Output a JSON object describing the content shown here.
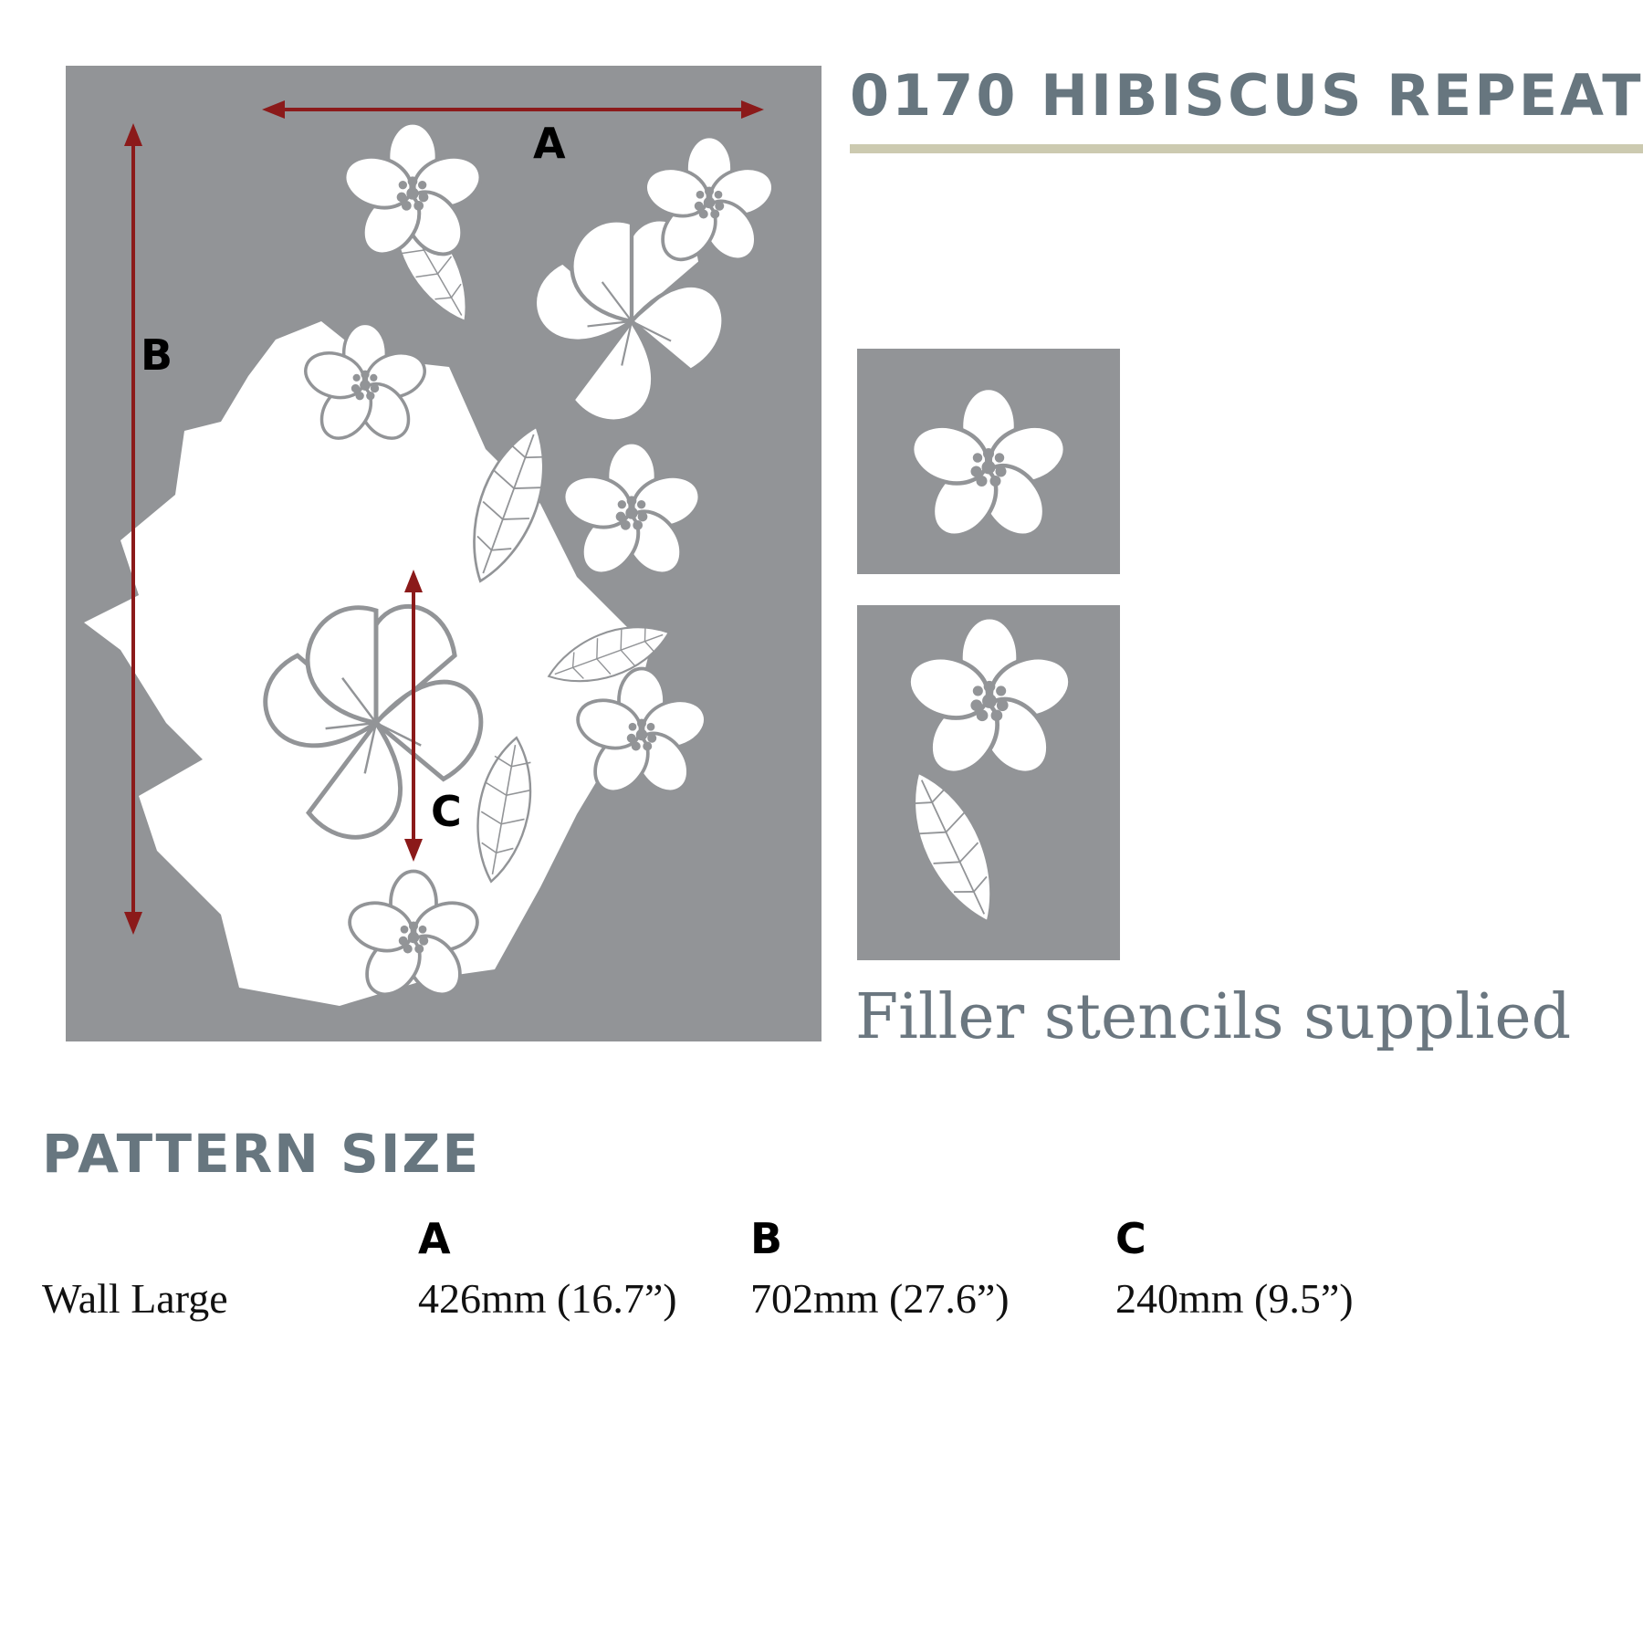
{
  "title": "0170 HIBISCUS REPEAT",
  "diagram": {
    "dimension_labels": {
      "a": "A",
      "b": "B",
      "c": "C"
    },
    "arrow_color": "#8b1a1a",
    "panel_color": "#929497"
  },
  "filler_caption": "Filler stencils supplied",
  "pattern_size": {
    "heading": "PATTERN SIZE",
    "columns": [
      "A",
      "B",
      "C"
    ],
    "rows": [
      {
        "label": "Wall Large",
        "values": [
          "426mm (16.7”)",
          "702mm (27.6”)",
          "240mm (9.5”)"
        ]
      }
    ]
  }
}
